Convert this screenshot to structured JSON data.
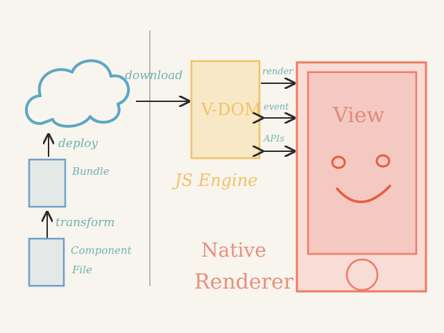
{
  "left": {
    "deploy_label": "deploy",
    "bundle_label": "Bundle",
    "transform_label": "transform",
    "component_label_line1": "Component",
    "component_label_line2": "File"
  },
  "center": {
    "download_label": "download",
    "vdom_label": "V-DOM",
    "engine_label": "JS Engine"
  },
  "links": {
    "render_label": "render",
    "event_label": "event",
    "apis_label": "APIs"
  },
  "right": {
    "view_label": "View",
    "native_label_line1": "Native",
    "native_label_line2": "Renderer"
  },
  "colors": {
    "cloud": "#5aa7c4",
    "left_boxes_stroke": "#6fa0c8",
    "left_boxes_fill": "#e4e8e6",
    "divider": "#b9b7b2",
    "arrows": "#2a2a2a",
    "label_teal": "#6fb3b2",
    "vdom_fill": "#f8e8c6",
    "vdom_stroke": "#f2c06a",
    "vdom_text": "#f0c36a",
    "phone_stroke": "#ef7a63",
    "phone_fill": "#f8dcd6",
    "screen_fill": "#f4c9c1",
    "face": "#e85b3d",
    "view_text": "#e08a7c",
    "native_text": "#e7907f"
  }
}
